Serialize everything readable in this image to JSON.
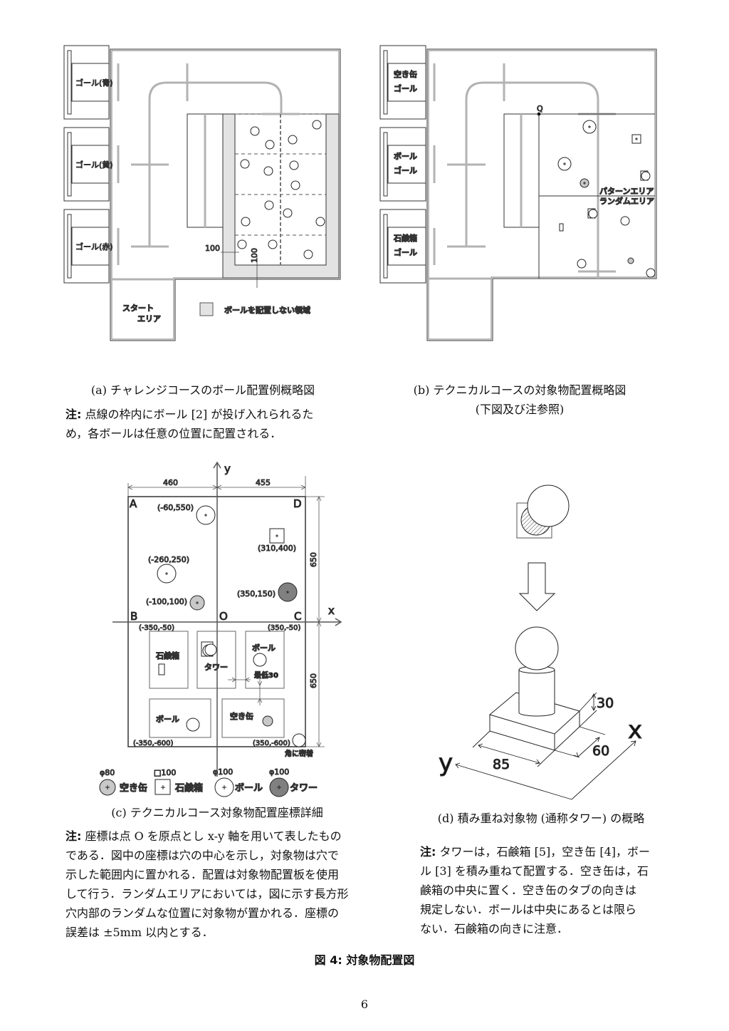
{
  "fig_a": {
    "goals": [
      "ゴール(青)",
      "ゴール(黄)",
      "ゴール(赤)"
    ],
    "start_area": [
      "スタート",
      "エリア"
    ],
    "dim_h": "100",
    "dim_v": "100",
    "legend": "ボールを配置しない領域",
    "caption": "(a) チャレンジコースのボール配置例概略図",
    "note_label": "注:",
    "note_lines": [
      "点線の枠内にボール [2] が投げ入れられるた",
      "め，各ボールは任意の位置に配置される．"
    ]
  },
  "fig_b": {
    "goals": [
      [
        "空き缶",
        "ゴール"
      ],
      [
        "ボール",
        "ゴール"
      ],
      [
        "石鹸箱",
        "ゴール"
      ]
    ],
    "point_q": "Q",
    "pattern_area": "パターンエリア",
    "random_area": "ランダムエリア",
    "caption": "(b) テクニカルコースの対象物配置概略図",
    "caption_sub": "(下図及び注参照)"
  },
  "fig_c": {
    "axis_x": "x",
    "axis_y": "y",
    "dim_left": "460",
    "dim_right": "455",
    "dim_upper": "650",
    "dim_lower": "650",
    "corners": {
      "a": "A",
      "b": "B",
      "c": "C",
      "d": "D",
      "o": "O"
    },
    "coords": {
      "ball1": "(-60,550)",
      "soap": "(310,400)",
      "ball2": "(-260,250)",
      "can": "(-100,100)",
      "tower": "(350,150)",
      "bl": "(-350,-50)",
      "br": "(350,-50)",
      "bbl": "(-350,-600)",
      "bbr": "(350,-600)"
    },
    "random_boxes": {
      "soap": "石鹸箱",
      "tower": "タワー",
      "ball": "ボール",
      "min_gap": "最低30",
      "ball2": "ボール",
      "can": "空き缶"
    },
    "corner_note": "角に密着",
    "legend": [
      {
        "size": "φ80",
        "label": "空き缶"
      },
      {
        "size": "□100",
        "label": "石鹸箱"
      },
      {
        "size": "φ100",
        "label": "ボール"
      },
      {
        "size": "φ100",
        "label": "タワー"
      }
    ],
    "caption": "(c) テクニカルコース対象物配置座標詳細",
    "note_label": "注:",
    "note_lines": [
      "座標は点 O を原点とし x-y 軸を用いて表したもの",
      "である．図中の座標は穴の中心を示し，対象物は穴で",
      "示した範囲内に置かれる．配置は対象物配置板を使用",
      "して行う．ランダムエリアにおいては，図に示す長方形",
      "穴内部のランダムな位置に対象物が置かれる．座標の",
      "誤差は ±5mm 以内とする．"
    ]
  },
  "fig_d": {
    "dim_height": "30",
    "dim_depth": "60",
    "dim_width": "85",
    "axis_x": "x",
    "axis_y": "y",
    "caption": "(d) 積み重ね対象物 (通称タワー) の概略",
    "note_label": "注:",
    "note_lines": [
      "タワーは，石鹸箱 [5]，空き缶 [4]，ボー",
      "ル [3] を積み重ねて配置する．空き缶は，石",
      "鹸箱の中央に置く．空き缶のタブの向きは",
      "規定しない．ボールは中央にあるとは限ら",
      "ない．石鹸箱の向きに注意．"
    ]
  },
  "figure_caption": "図 4: 対象物配置図",
  "page_number": "6",
  "colors": {
    "track": "#b3b3b3",
    "no_ball_zone": "#e3e3e3",
    "can": "#c8c8c8",
    "tower": "#808080"
  }
}
